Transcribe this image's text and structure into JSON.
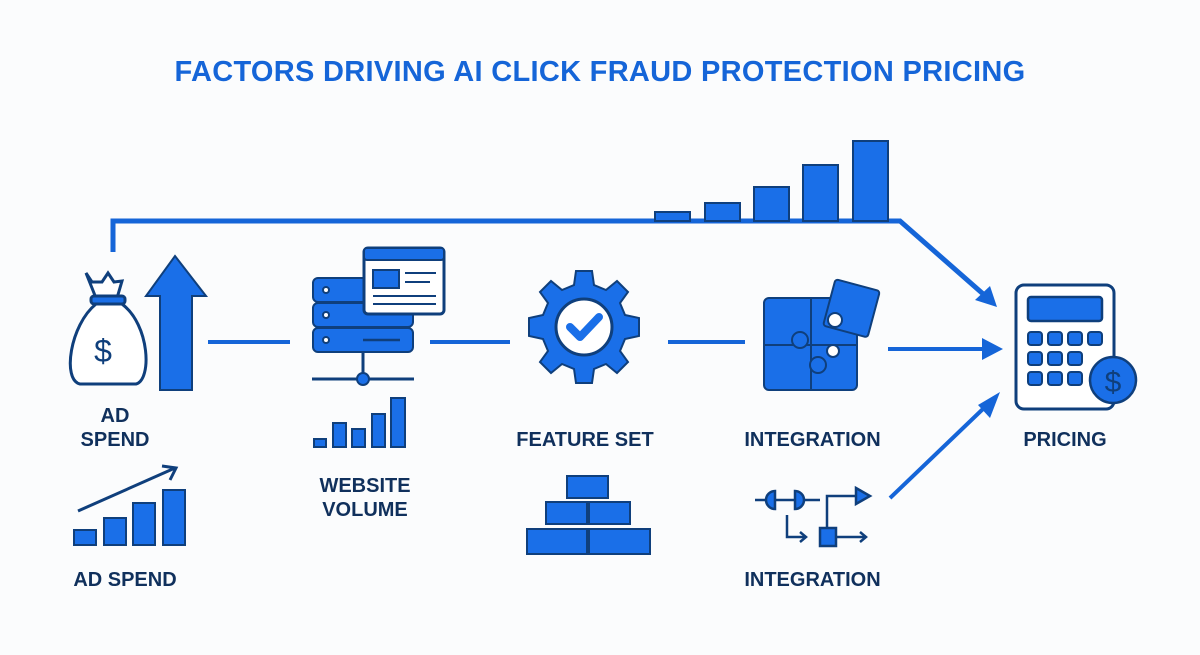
{
  "title": "FACTORS DRIVING AI CLICK FRAUD PROTECTION PRICING",
  "colors": {
    "primary": "#1565d8",
    "fill": "#1a6fe8",
    "outline": "#0f3f7c",
    "text": "#10305c",
    "background": "#fbfcfd"
  },
  "nodes": [
    {
      "id": "ad-spend",
      "label_line1": "AD",
      "label_line2": "SPEND",
      "icon": "money-bag-icon",
      "secondary_icon": "growth-arrow-icon",
      "sub_icon": "rising-bar-chart-icon",
      "sub_label": "AD SPEND"
    },
    {
      "id": "website-volume",
      "icon": "server-browser-icon",
      "sub_icon": "bar-chart-icon",
      "label_line1": "WEBSITE",
      "label_line2": "VOLUME"
    },
    {
      "id": "feature-set",
      "icon": "gear-check-icon",
      "label": "FEATURE SET",
      "sub_icon": "stacked-blocks-icon"
    },
    {
      "id": "integration",
      "icon": "puzzle-icon",
      "label": "INTEGRATION",
      "sub_icon": "logic-flow-icon",
      "sub_label": "INTEGRATION"
    },
    {
      "id": "pricing",
      "icon": "calculator-dollar-icon",
      "label": "PRICING"
    }
  ],
  "top_bars": {
    "relative_heights": [
      8,
      18,
      35,
      58,
      82
    ]
  }
}
